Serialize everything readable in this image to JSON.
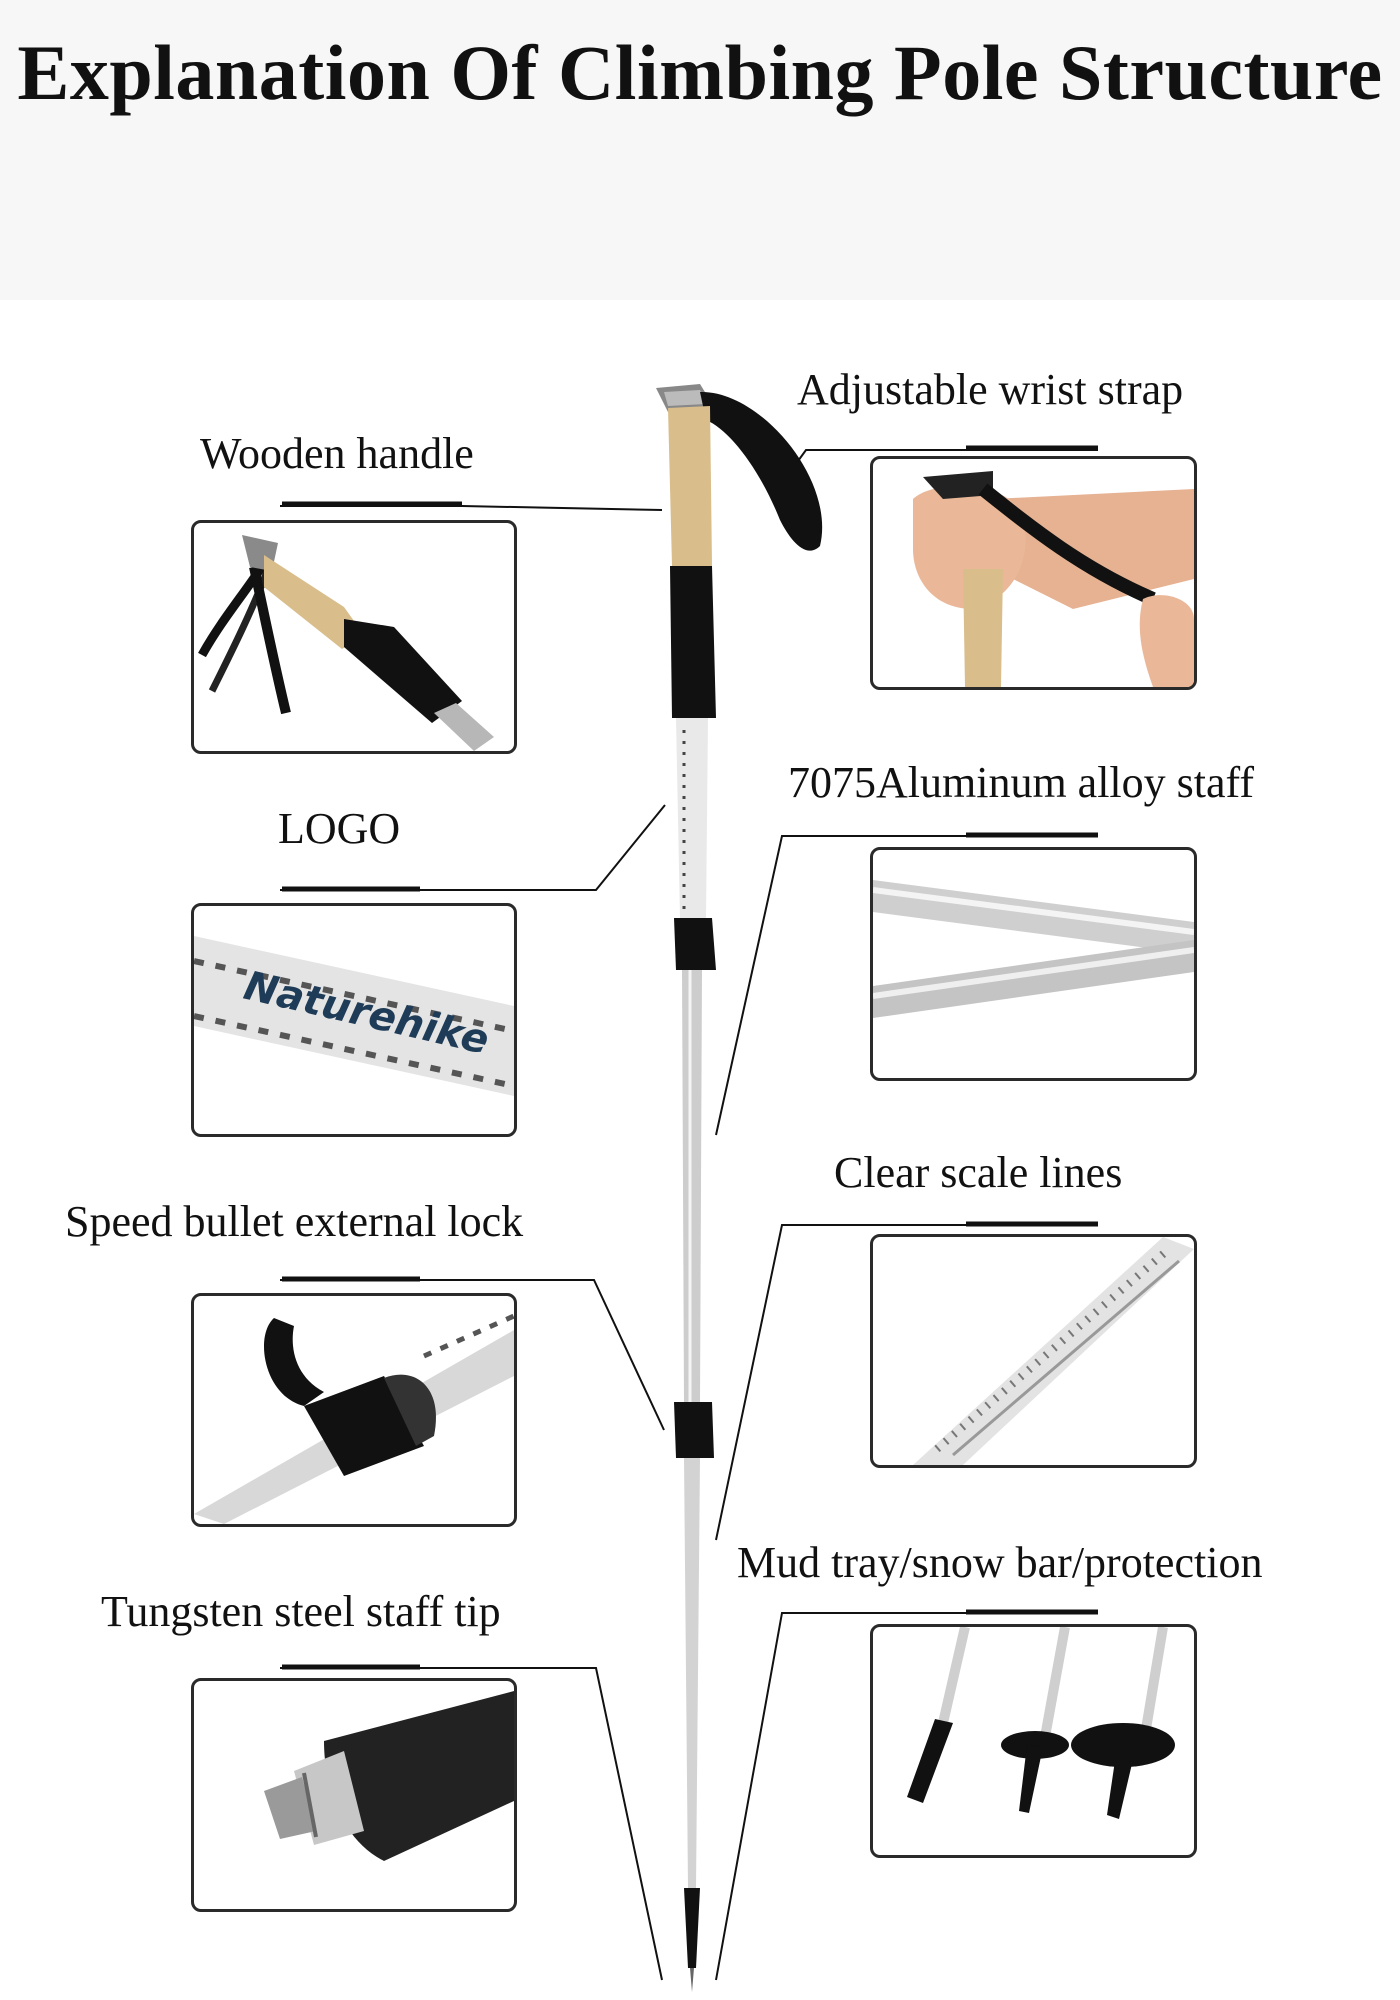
{
  "header": {
    "title": "Explanation Of Climbing Pole Structure"
  },
  "parts": {
    "wooden_handle": "Wooden handle",
    "wrist_strap": "Adjustable wrist strap",
    "logo": "LOGO",
    "staff": "7075Aluminum alloy staff",
    "lock": "Speed bullet external lock",
    "scale": "Clear scale lines",
    "tip": "Tungsten steel staff tip",
    "tray": "Mud tray/snow bar/protection"
  },
  "photos": {
    "brand": "Naturehike"
  },
  "colors": {
    "header_bg": "#f7f7f7",
    "cork": "#d9bd8a",
    "foam": "#111111",
    "aluminum": "#c9c9c9"
  }
}
